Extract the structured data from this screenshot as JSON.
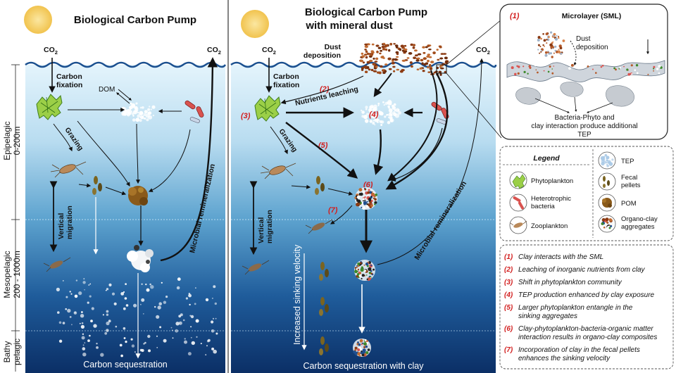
{
  "panel_left": {
    "title": "Biological Carbon Pump",
    "co2_in": "CO",
    "co2_out": "CO",
    "sub2": "2",
    "carbon_fixation": [
      "Carbon",
      "fixation"
    ],
    "dom": "DOM",
    "grazing": "Grazing",
    "vertical_migration": [
      "Vertical",
      "migration"
    ],
    "microbial_remineralization": "Microbial remineralization",
    "bottom": "Carbon sequestration"
  },
  "panel_right": {
    "title_line1": "Biological Carbon Pump",
    "title_line2": "with mineral dust",
    "co2_in": "CO",
    "co2_out": "CO",
    "dust_deposition": [
      "Dust",
      "deposition"
    ],
    "carbon_fixation": [
      "Carbon",
      "fixation"
    ],
    "nutrients_leaching": "Nutrients leaching",
    "grazing": "Grazing",
    "vertical_migration": [
      "Vertical",
      "migration"
    ],
    "microbial_remineralization": "Microbial remineralization",
    "sinking_velocity": "Increased sinking velocity",
    "bottom": "Carbon sequestration with clay",
    "markers": [
      "(1)",
      "(2)",
      "(3)",
      "(4)",
      "(5)",
      "(6)",
      "(7)"
    ]
  },
  "zones": {
    "epipelagic": "Epipelagic",
    "epi_depth": "0-200m",
    "mesopelagic": "Mesopelagic",
    "meso_depth": "200 - 1000m",
    "bathy1": "Bathy",
    "bathy2": "pelagic"
  },
  "microlayer": {
    "marker": "(1)",
    "title": "Microlayer (SML)",
    "dust_deposition": [
      "Dust",
      "deposition"
    ],
    "caption": [
      "Bacteria-Phyto and",
      "clay interaction produce additional",
      "TEP"
    ]
  },
  "legend": {
    "title": "Legend",
    "items": [
      {
        "label": [
          "Phytoplankton"
        ]
      },
      {
        "label": [
          "Heterotrophic",
          "bacteria"
        ]
      },
      {
        "label": [
          "Zooplankton"
        ]
      },
      {
        "label": [
          "TEP"
        ]
      },
      {
        "label": [
          "Fecal",
          "pellets"
        ]
      },
      {
        "label": [
          "POM"
        ]
      },
      {
        "label": [
          "Organo-clay",
          "aggregates"
        ]
      }
    ]
  },
  "key": [
    {
      "num": "(1)",
      "lines": [
        "Clay interacts with the SML"
      ]
    },
    {
      "num": "(2)",
      "lines": [
        "Leaching of inorganic nutrients from clay"
      ]
    },
    {
      "num": "(3)",
      "lines": [
        "Shift in phytoplankton community"
      ]
    },
    {
      "num": "(4)",
      "lines": [
        "TEP production enhanced by clay exposure"
      ]
    },
    {
      "num": "(5)",
      "lines": [
        "Larger phytoplankton entangle in the",
        "sinking aggregates"
      ]
    },
    {
      "num": "(6)",
      "lines": [
        "Clay-phytoplankton-bacteria-organic matter",
        "interaction results in organo-clay composites"
      ]
    },
    {
      "num": "(7)",
      "lines": [
        "Incorporation of clay in the fecal pellets",
        "enhances the sinking velocity"
      ]
    }
  ],
  "colors": {
    "water_top": "#dff1fb",
    "water_mid": "#4a93c4",
    "water_deep": "#0e3a73",
    "sun": "#f7d46b",
    "accent_red": "#d21f1f",
    "dust": "#8b3a12"
  }
}
